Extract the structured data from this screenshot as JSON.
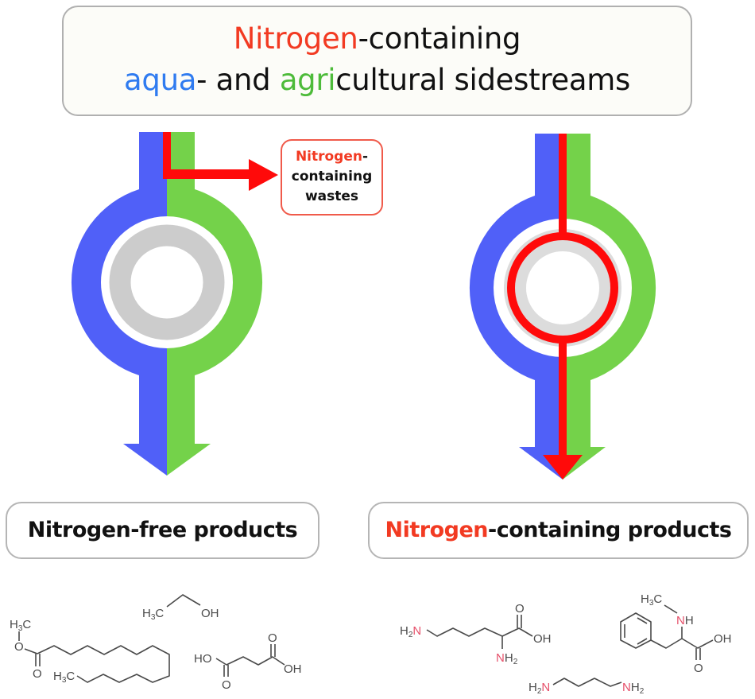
{
  "title": {
    "line1": {
      "nitrogen": "Nitrogen",
      "rest": "-containing"
    },
    "line2": {
      "aqua": "aqua",
      "mid": "- and ",
      "agri": "agri",
      "rest": "cultural sidestreams"
    }
  },
  "waste_box": {
    "line1": "Nitrogen",
    "line1_suffix": "-",
    "line2": "containing",
    "line3": "wastes"
  },
  "products": {
    "left": {
      "label": "Nitrogen-free products"
    },
    "right": {
      "nitrogen": "Nitrogen",
      "rest": "-containing products"
    }
  },
  "molecules": {
    "methyl_ester": {
      "h3c_top": "H",
      "h3c_top_sub": "3",
      "h3c_top_c": "C",
      "o1": "O",
      "o2": "O",
      "h3c_end": "H",
      "h3c_end_sub": "3",
      "h3c_end_c": "C"
    },
    "ethanol": {
      "h3c": "H",
      "h3c_sub": "3",
      "h3c_c": "C",
      "oh": "OH"
    },
    "succinic_acid": {
      "ho": "HO",
      "o_bottom": "O",
      "o_top": "O",
      "oh": "OH"
    },
    "lysine": {
      "h2n_h": "H",
      "h2n_sub": "2",
      "h2n_n": "N",
      "nh2_n": "N",
      "nh2_h": "H",
      "nh2_sub": "2",
      "o": "O",
      "oh": "OH"
    },
    "putrescine": {
      "h2n_h": "H",
      "h2n_sub": "2",
      "h2n_n": "N",
      "nh2_n": "N",
      "nh2_h": "H",
      "nh2_sub": "2"
    },
    "n_methyl_phe": {
      "h3c": "H",
      "h3c_sub": "3",
      "h3c_c": "C",
      "nh_n": "N",
      "nh_h": "H",
      "oh": "OH",
      "o": "O"
    }
  },
  "colors": {
    "aqua_stream": "#5060f8",
    "agri_stream": "#74d24a",
    "nitrogen": "#ff0a0a",
    "catalyst_ring": "#cccccc"
  }
}
